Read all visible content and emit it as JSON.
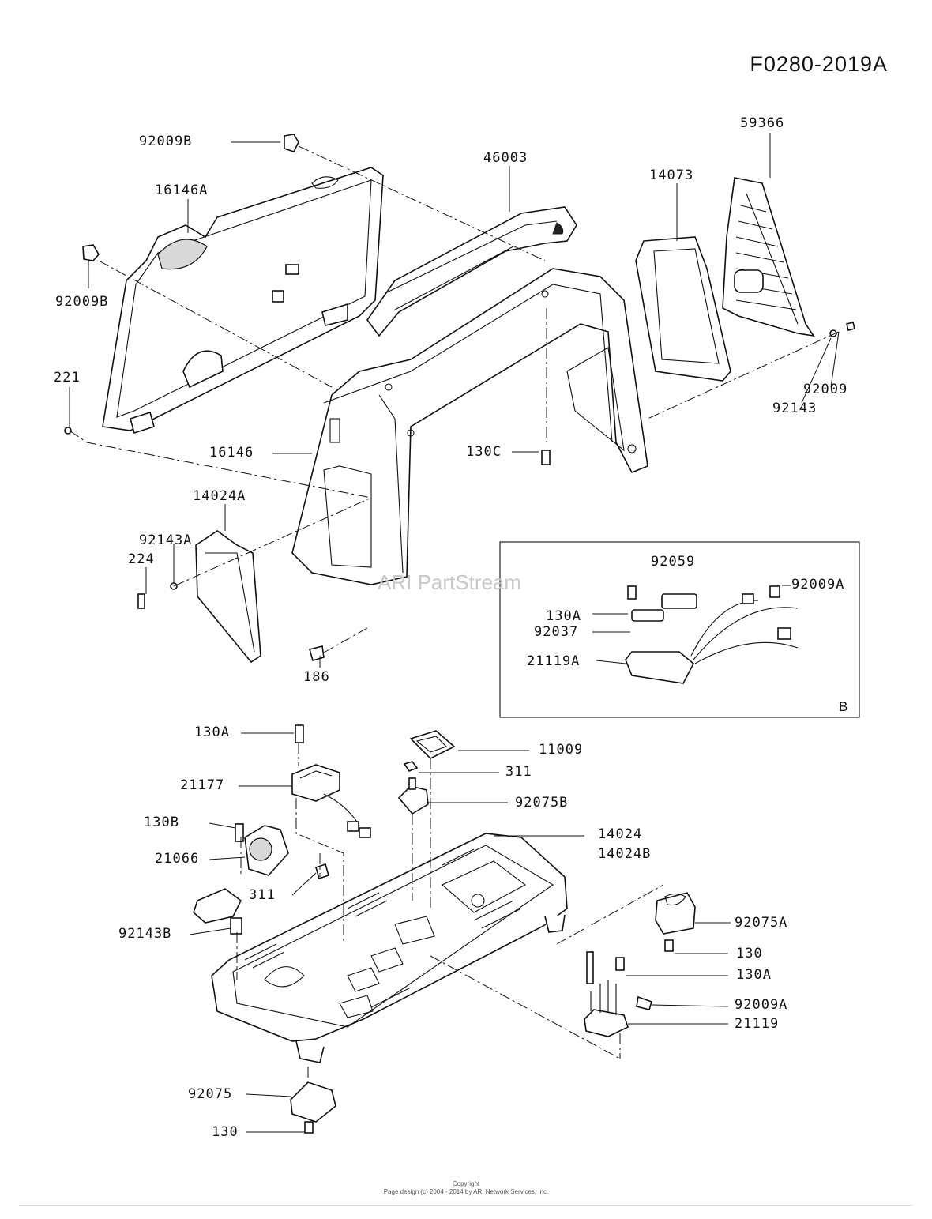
{
  "figure_id": "F0280-2019A",
  "watermark": "ARI PartStream",
  "inset_letter": "B",
  "footer": {
    "line1": "Copyright",
    "line2": "Page design (c) 2004 - 2014 by ARI Network Services, Inc."
  },
  "labels": {
    "p92009B_top": "92009B",
    "p16146A": "16146A",
    "p92009B_left": "92009B",
    "p221": "221",
    "p46003": "46003",
    "p59366": "59366",
    "p14073": "14073",
    "p92009": "92009",
    "p92143": "92143",
    "p16146": "16146",
    "p130C": "130C",
    "p14024A": "14024A",
    "p92143A": "92143A",
    "p224": "224",
    "p186": "186",
    "p92059": "92059",
    "p130A_inset": "130A",
    "p92009A_inset": "92009A",
    "p92037": "92037",
    "p21119A": "21119A",
    "p130A_base": "130A",
    "p11009": "11009",
    "p311_right": "311",
    "p21177": "21177",
    "p92075B": "92075B",
    "p130B": "130B",
    "p14024": "14024",
    "p14024B": "14024B",
    "p21066": "21066",
    "p311_left": "311",
    "p92075A": "92075A",
    "p92143B": "92143B",
    "p130_right": "130",
    "p130A_right": "130A",
    "p92009A_right": "92009A",
    "p21119": "21119",
    "p92075": "92075",
    "p130_bottom": "130"
  }
}
